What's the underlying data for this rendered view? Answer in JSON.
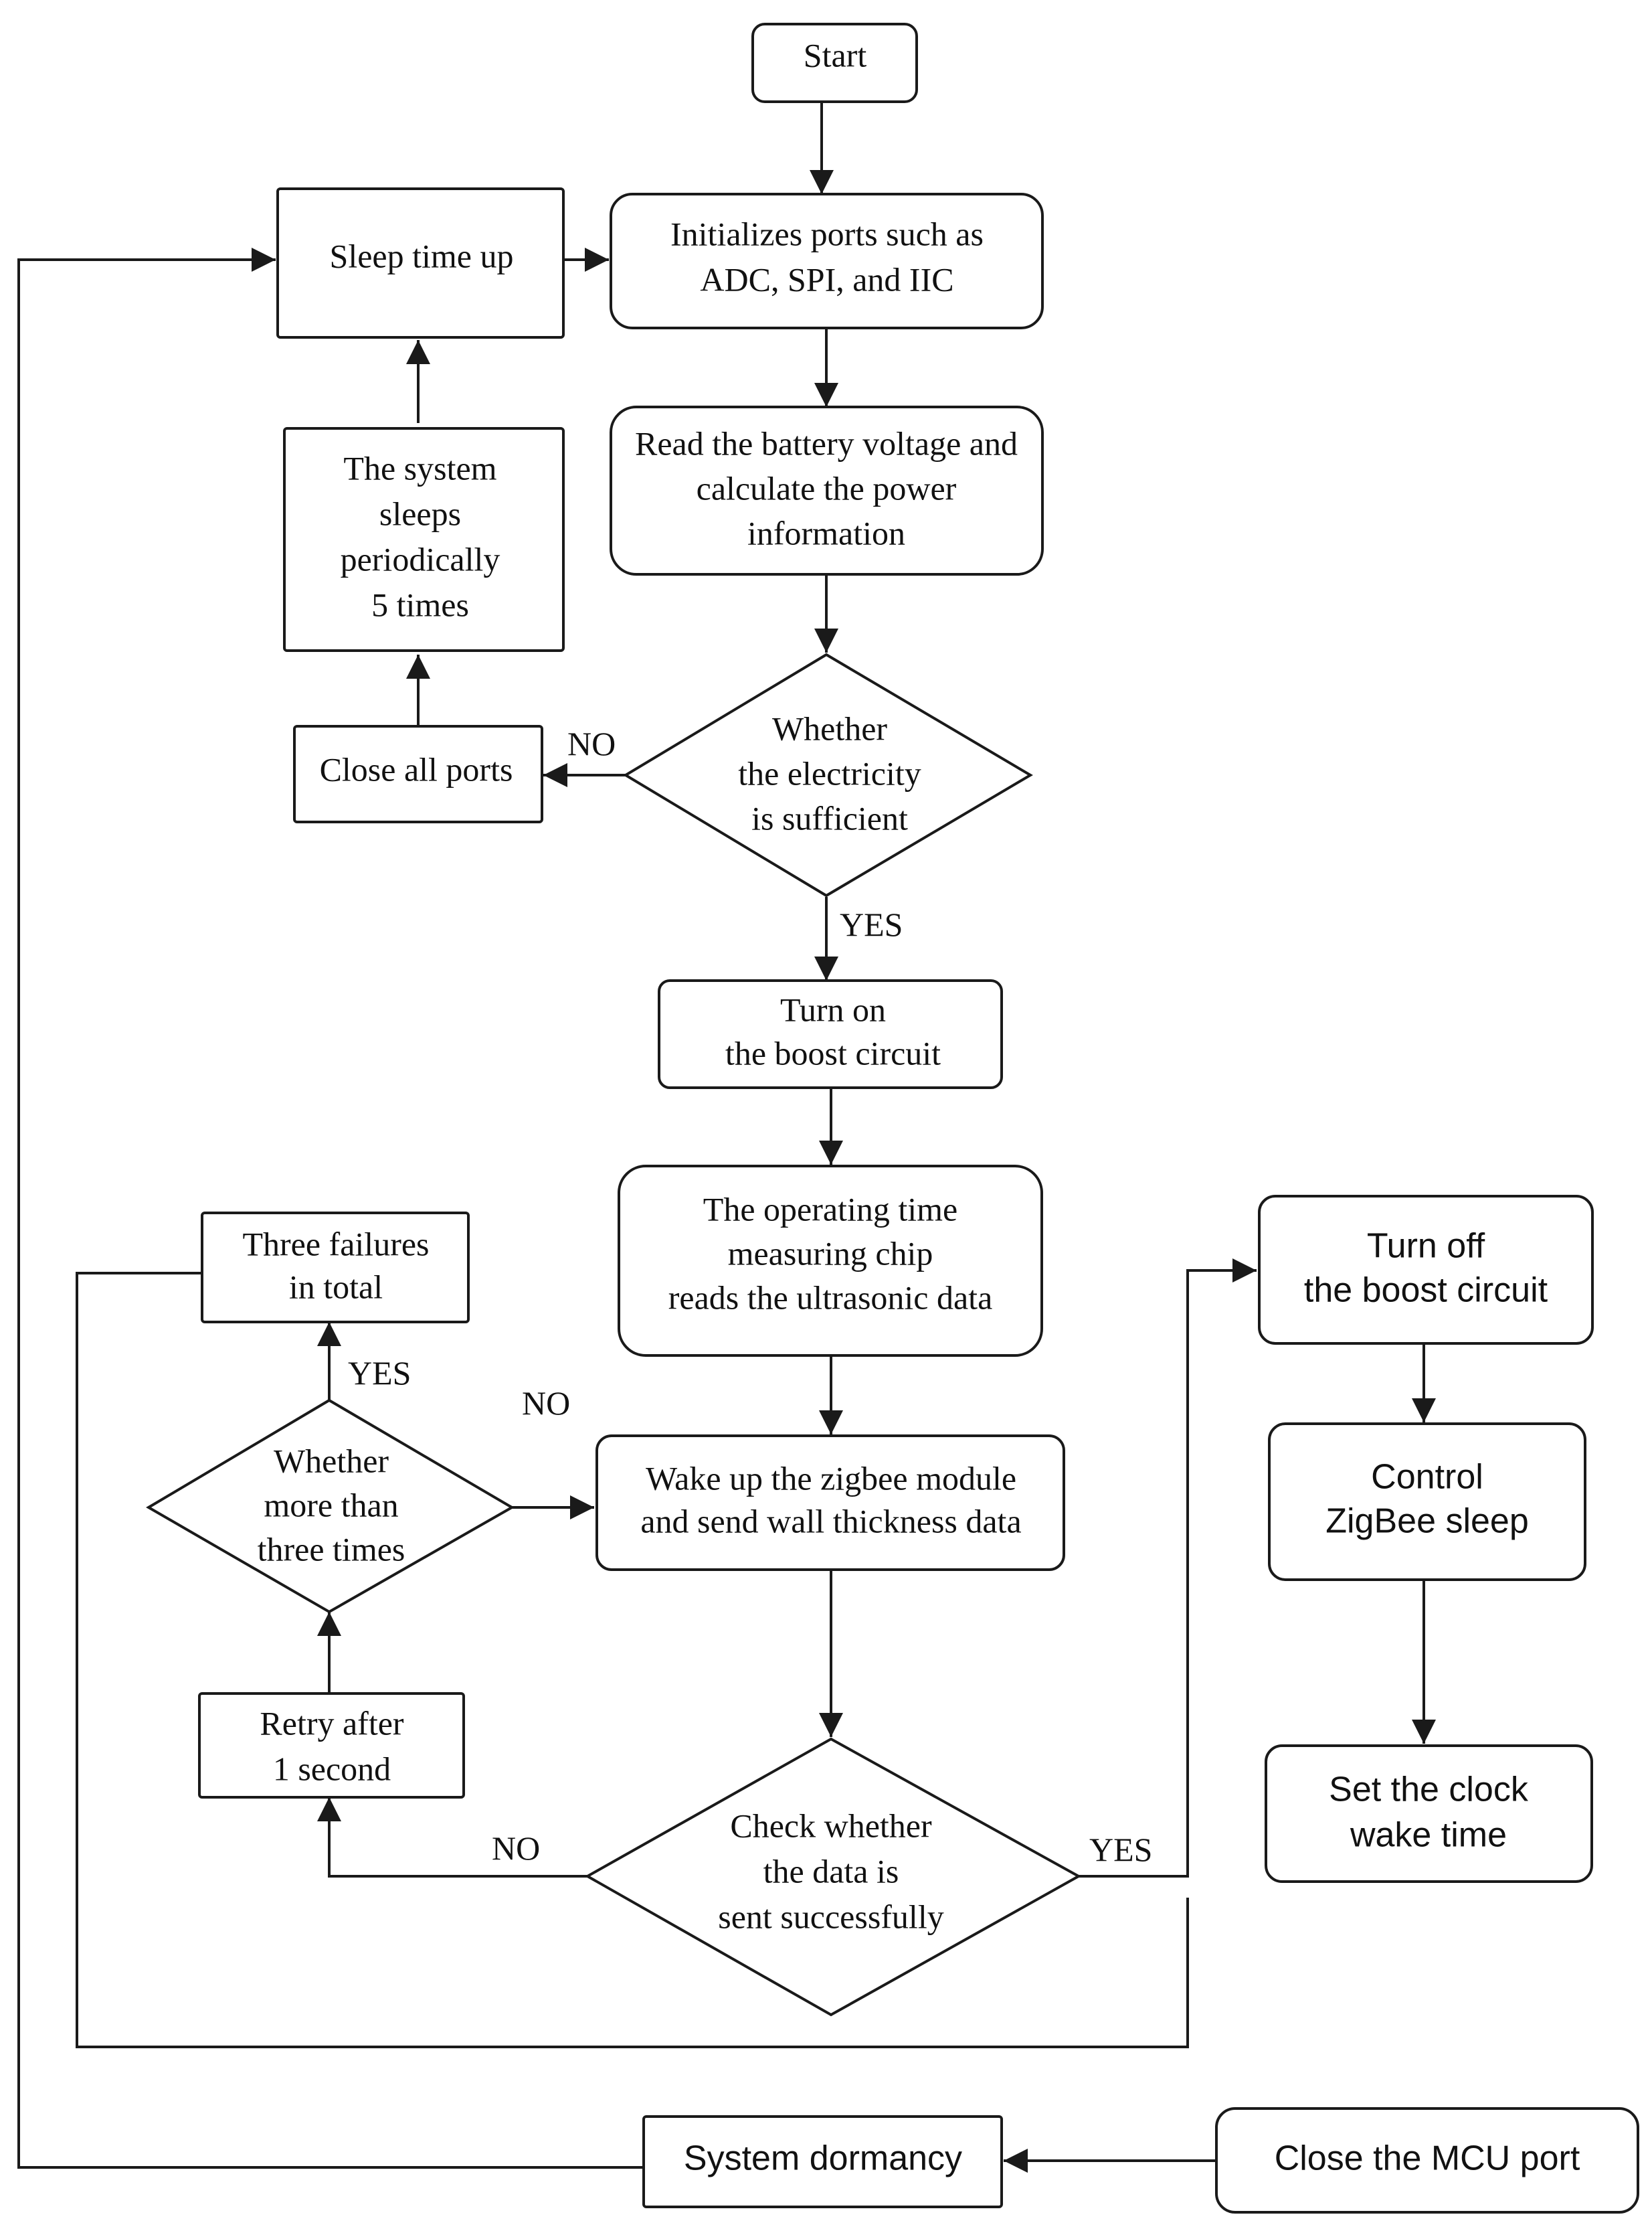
{
  "nodes": {
    "start": [
      "Start"
    ],
    "init_ports": [
      "Initializes ports such as",
      "ADC, SPI, and IIC"
    ],
    "read_battery": [
      "Read the battery voltage and",
      "calculate the power",
      "information"
    ],
    "check_electricity": [
      "Whether",
      "the electricity",
      "is sufficient"
    ],
    "boost_on": [
      "Turn on",
      "the boost circuit"
    ],
    "measure_chip": [
      "The operating time",
      "measuring chip",
      "reads the ultrasonic data"
    ],
    "wake_zigbee": [
      "Wake up the zigbee module",
      "and send wall thickness data"
    ],
    "check_sent": [
      "Check whether",
      "the data is",
      "sent successfully"
    ],
    "retry": [
      "Retry after",
      "1 second"
    ],
    "check_retries": [
      "Whether",
      "more than",
      "three times"
    ],
    "three_failures": [
      "Three failures",
      "in total"
    ],
    "close_all": [
      "Close all ports"
    ],
    "periodic_sleep": [
      "The system",
      "sleeps",
      "periodically",
      "5 times"
    ],
    "sleep_up": [
      "Sleep time up"
    ],
    "boost_off": [
      "Turn off",
      "the boost circuit"
    ],
    "zigbee_sleep": [
      "Control",
      "ZigBee sleep"
    ],
    "clock_wake": [
      "Set the clock",
      "wake time"
    ],
    "close_mcu": [
      "Close the MCU port"
    ],
    "dormancy": [
      "System dormancy"
    ]
  },
  "edge_labels": {
    "power_no": "NO",
    "power_yes": "YES",
    "retry_yes": "YES",
    "retry_no": "NO",
    "sent_no": "NO",
    "sent_yes": "YES"
  }
}
